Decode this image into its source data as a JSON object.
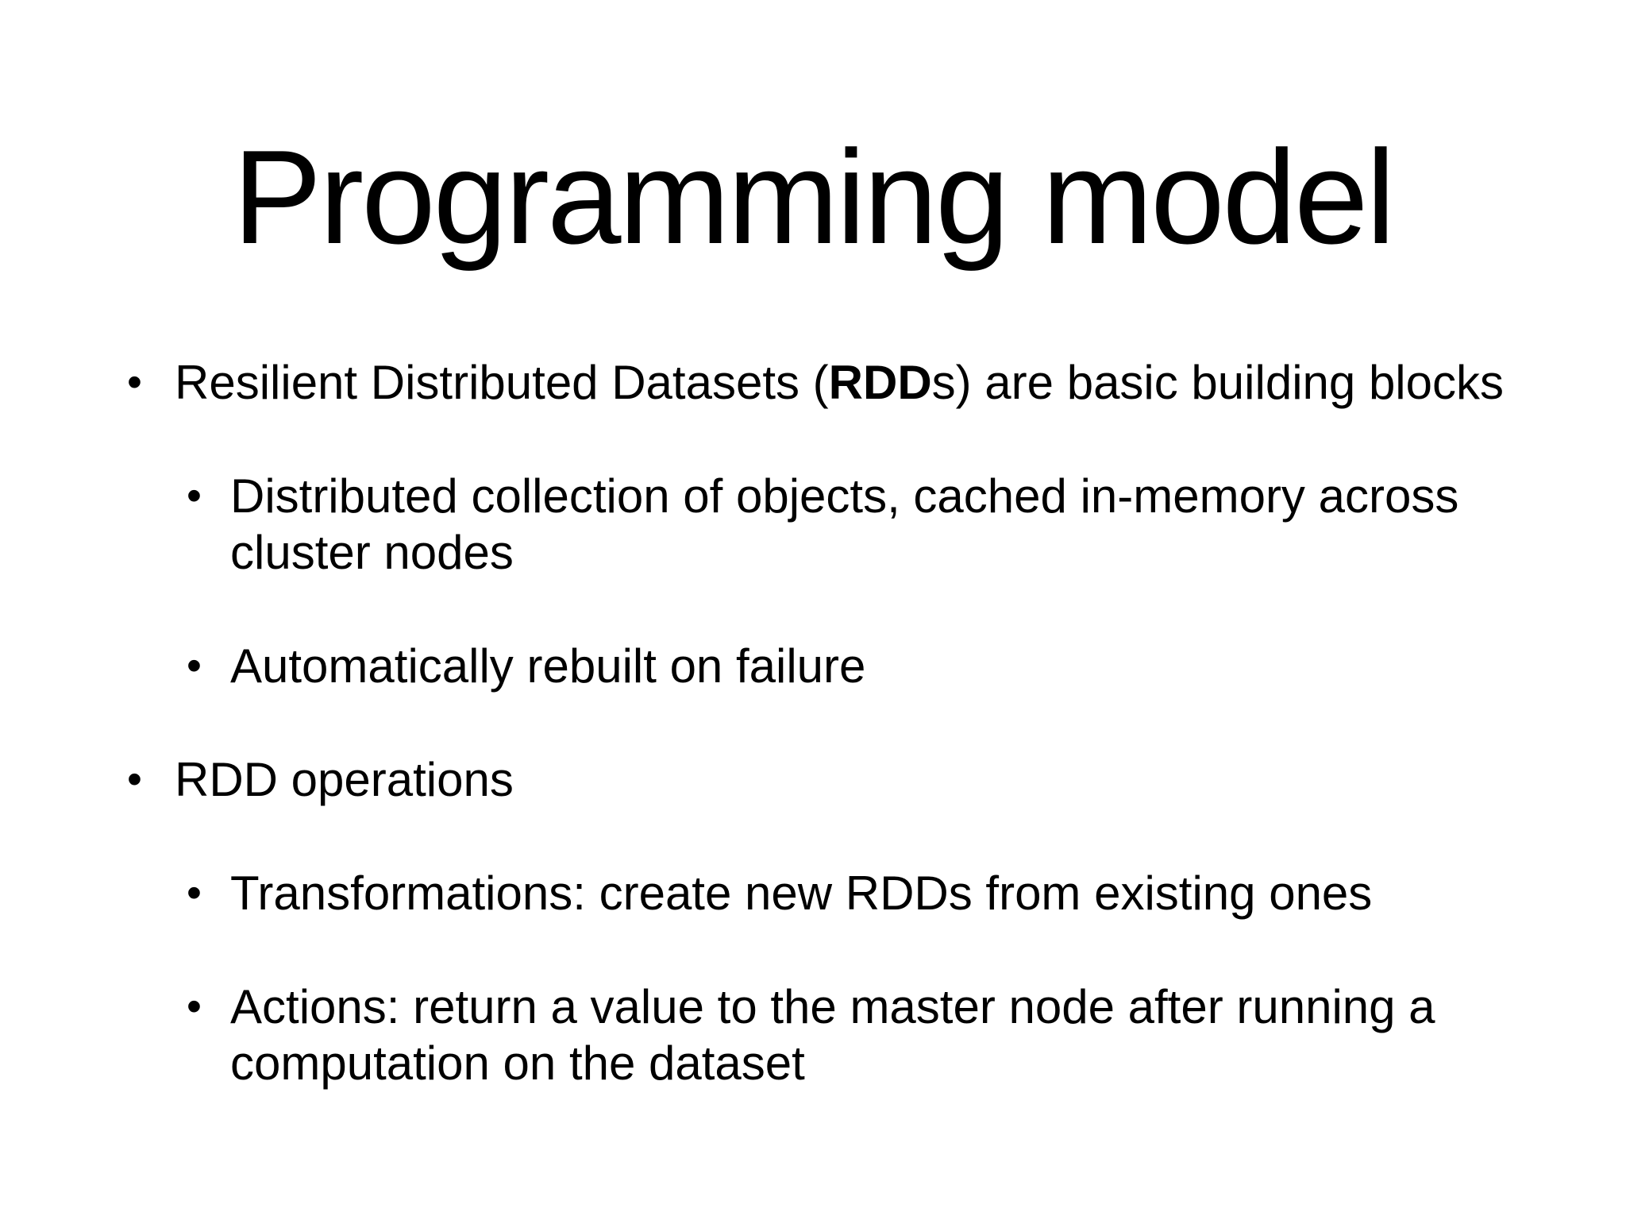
{
  "slide": {
    "title": "Programming model",
    "bullet_glyph": "•",
    "bullets": [
      {
        "level": 1,
        "pre": "Resilient Distributed Datasets (",
        "bold": "RDD",
        "post": "s) are basic building blocks"
      },
      {
        "level": 2,
        "text": "Distributed collection of objects, cached in-memory across cluster nodes"
      },
      {
        "level": 2,
        "text": "Automatically rebuilt on failure"
      },
      {
        "level": 1,
        "text": "RDD operations"
      },
      {
        "level": 2,
        "text": "Transformations: create new RDDs from existing ones"
      },
      {
        "level": 2,
        "text": "Actions: return a value to the master node after running a computation on the dataset"
      }
    ],
    "colors": {
      "background": "#ffffff",
      "text": "#000000"
    }
  }
}
